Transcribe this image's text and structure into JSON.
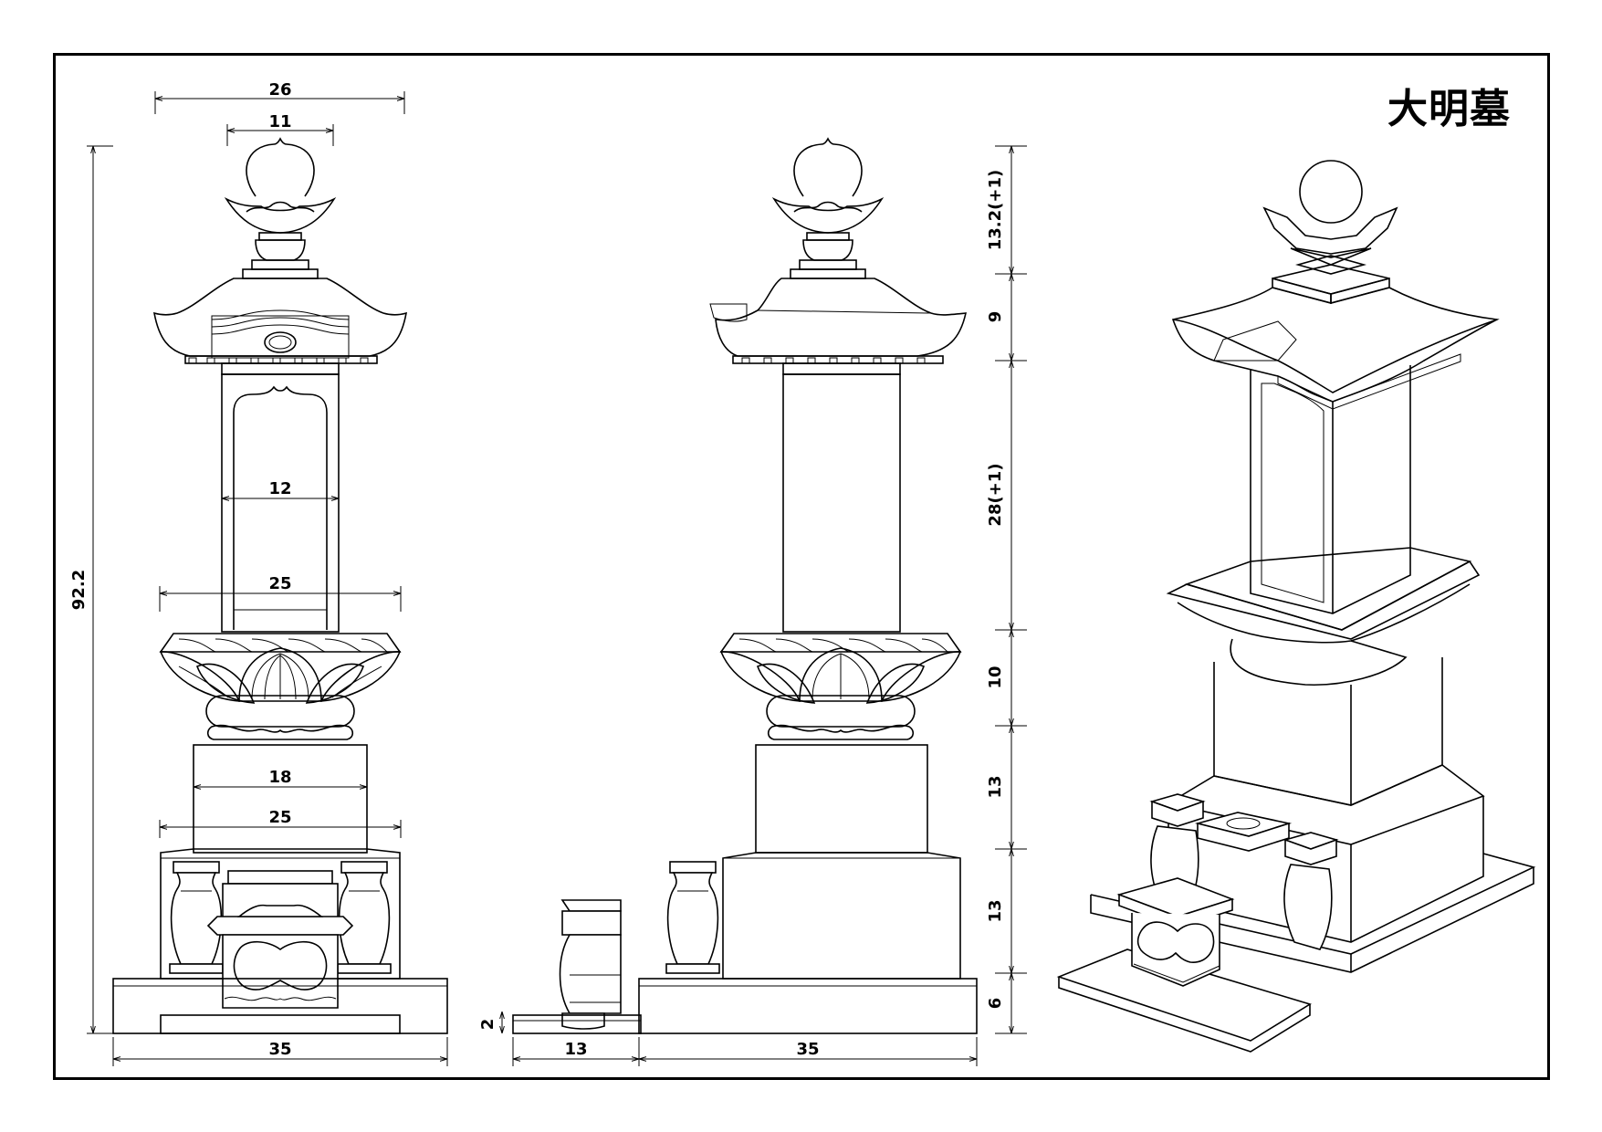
{
  "title": "大明墓",
  "dimensions": {
    "front_top_width": "26",
    "front_finial_width": "11",
    "front_body_width": "12",
    "front_lotus_width": "25",
    "front_base_inner": "18",
    "front_base_outer": "25",
    "front_total_height": "92.2",
    "front_bottom_width": "35",
    "side_step_height": "2",
    "side_step_width": "13",
    "side_bottom_width": "35",
    "side_h_finial": "13.2(+1)",
    "side_h_roof": "9",
    "side_h_body": "28(+1)",
    "side_h_lotus": "10",
    "side_h_base1": "13",
    "side_h_base2": "13",
    "side_h_plinth": "6"
  }
}
